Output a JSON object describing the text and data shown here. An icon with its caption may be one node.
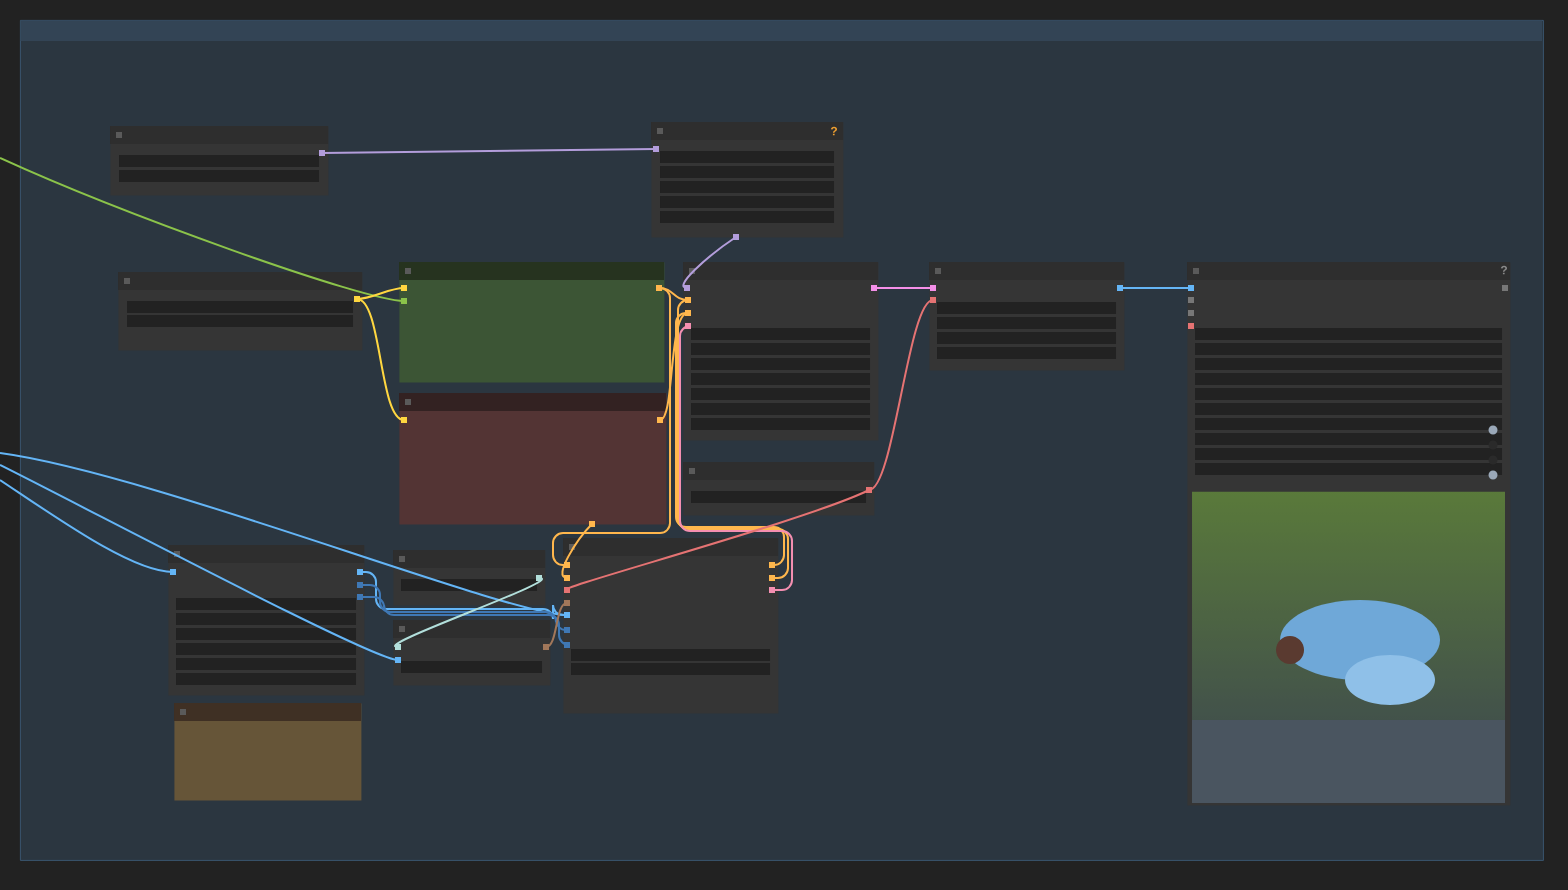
{
  "diagram": {
    "nodes": [
      {
        "text": [],
        "shape": "box"
      },
      {
        "text": [],
        "shape": "box",
        "in": 0
      },
      {
        "text": [],
        "shape": "box",
        "in": 0
      },
      {
        "text": [],
        "shape": "box",
        "in": 0
      },
      {
        "text": [],
        "shape": "box",
        "in": 0
      },
      {
        "text": [],
        "shape": "box",
        "in": 0
      },
      {
        "text": [],
        "shape": "box",
        "in": 0
      },
      {
        "text": [],
        "shape": "box",
        "in": 0
      },
      {
        "text": [],
        "shape": "box",
        "in": 0
      },
      {
        "text": [],
        "shape": "box",
        "in": 0
      },
      {
        "text": [],
        "shape": "box",
        "in": 0
      },
      {
        "text": [],
        "shape": "box",
        "in": 0
      },
      {
        "text": [],
        "shape": "box",
        "in": 0
      },
      {
        "text": [],
        "shape": "box",
        "in": 0
      },
      {
        "text": [],
        "shape": "box",
        "in": 0
      }
    ],
    "edges": [
      {
        "from": 1,
        "to": 2,
        "arrow": "none",
        "color": "#b39ddb"
      },
      {
        "from": 2,
        "to": 6,
        "arrow": "none",
        "color": "#b39ddb"
      },
      {
        "from": null,
        "to": 4,
        "arrow": "none",
        "color": "#8bc34a"
      },
      {
        "from": 3,
        "to": 4,
        "arrow": "none",
        "color": "#ffd740"
      },
      {
        "from": 3,
        "to": 5,
        "arrow": "none",
        "color": "#ffd740"
      },
      {
        "from": 4,
        "to": 6,
        "arrow": "none",
        "color": "#ffb74d"
      },
      {
        "from": 5,
        "to": 6,
        "arrow": "none",
        "color": "#ffb74d"
      },
      {
        "from": 4,
        "to": 13,
        "arrow": "none",
        "color": "#ffb74d"
      },
      {
        "from": 5,
        "to": 13,
        "arrow": "none",
        "color": "#ffb74d"
      },
      {
        "from": 13,
        "to": 6,
        "arrow": "none",
        "color": "#ffb74d"
      },
      {
        "from": 13,
        "to": 6,
        "arrow": "none",
        "color": "#ffb74d"
      },
      {
        "from": 13,
        "to": 6,
        "arrow": "none",
        "color": "#f48fb1"
      },
      {
        "from": 6,
        "to": 7,
        "arrow": "none",
        "color": "#f48fe8"
      },
      {
        "from": 9,
        "to": 7,
        "arrow": "none",
        "color": "#e57373"
      },
      {
        "from": 9,
        "to": 13,
        "arrow": "none",
        "color": "#e57373"
      },
      {
        "from": 7,
        "to": 8,
        "arrow": "none",
        "color": "#64b5f6"
      },
      {
        "from": null,
        "to": 10,
        "arrow": "none",
        "color": "#64b5f6"
      },
      {
        "from": null,
        "to": 12,
        "arrow": "none",
        "color": "#64b5f6"
      },
      {
        "from": null,
        "to": 13,
        "arrow": "none",
        "color": "#64b5f6"
      },
      {
        "from": 10,
        "to": 13,
        "arrow": "none",
        "color": "#64b5f6"
      },
      {
        "from": 10,
        "to": 13,
        "arrow": "none",
        "color": "#3f78b5"
      },
      {
        "from": 10,
        "to": 13,
        "arrow": "none",
        "color": "#3f78b5"
      },
      {
        "from": 11,
        "to": 12,
        "arrow": "none",
        "color": "#b2dfdb"
      },
      {
        "from": 12,
        "to": 13,
        "arrow": "none",
        "color": "#a1775a"
      }
    ],
    "labels": [
      "?",
      "?"
    ]
  }
}
